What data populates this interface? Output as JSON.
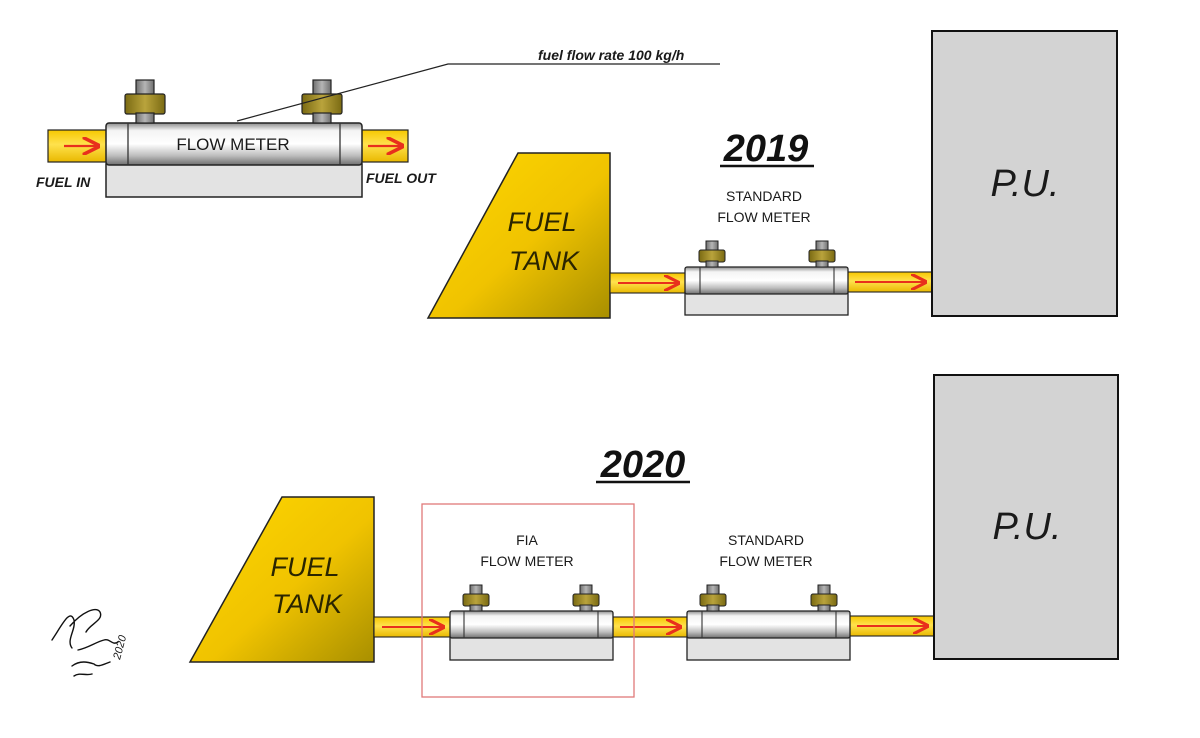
{
  "legend": {
    "meter_label": "FLOW METER",
    "fuel_in": "FUEL IN",
    "fuel_out": "FUEL OUT",
    "callout": "fuel flow rate 100 kg/h"
  },
  "section_2019": {
    "year": "2019",
    "tank_line1": "FUEL",
    "tank_line2": "TANK",
    "meter_line1": "STANDARD",
    "meter_line2": "FLOW METER",
    "pu": "P.U."
  },
  "section_2020": {
    "year": "2020",
    "tank_line1": "FUEL",
    "tank_line2": "TANK",
    "fia_line1": "FIA",
    "fia_line2": "FLOW METER",
    "meter_line1": "STANDARD",
    "meter_line2": "FLOW METER",
    "pu": "P.U."
  },
  "signature": {
    "year": "2020"
  },
  "colors": {
    "fuel": "#ffd200",
    "tank_dark": "#9e8a00",
    "arrow": "#e8301c",
    "pu_fill": "#d3d3d3",
    "meter_base": "#e0e0e0",
    "bolt_gold": "#9c8a28",
    "bolt_grey": "#8e8e8e",
    "highlight_box": "#e07a7a"
  }
}
